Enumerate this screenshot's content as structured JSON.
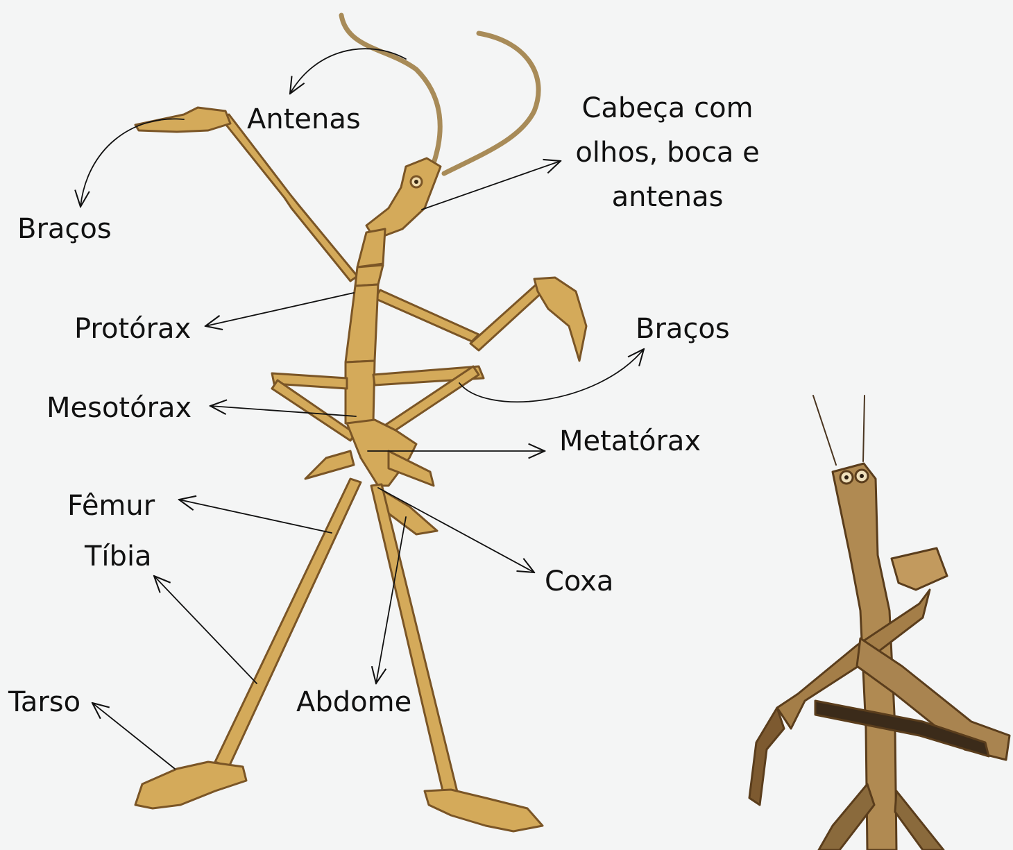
{
  "colors": {
    "background": "#f4f5f5",
    "body_fill": "#d4aa5a",
    "body_stroke": "#7a5526",
    "arrow": "#111111",
    "label_text": "#111111"
  },
  "labels": {
    "antenas": "Antenas",
    "cabeca": "Cabeça com\nolhos, boca e\nantenas",
    "bracos_left": "Braços",
    "bracos_right": "Braços",
    "protorax": "Protórax",
    "mesotorax": "Mesotórax",
    "metatorax": "Metatórax",
    "femur": "Fêmur",
    "tibia": "Tíbia",
    "coxa": "Coxa",
    "tarso": "Tarso",
    "abdome": "Abdome"
  },
  "illustrations": {
    "main": "stick-insect-cartoon",
    "secondary": "stick-insect-cartoon-closeup"
  }
}
